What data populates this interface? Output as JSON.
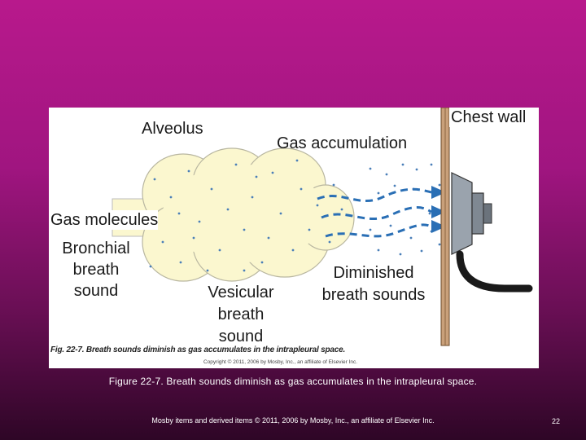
{
  "figure": {
    "labels": {
      "alveolus": "Alveolus",
      "gas_accumulation": "Gas accumulation",
      "chest_wall": "Chest wall",
      "gas_molecules": "Gas molecules",
      "bronchial": [
        "Bronchial",
        "breath",
        "sound"
      ],
      "vesicular": [
        "Vesicular",
        "breath",
        "sound"
      ],
      "diminished": [
        "Diminished",
        "breath sounds"
      ]
    },
    "caption": "Fig. 22-7. Breath sounds diminish as gas accumulates in the intrapleural space.",
    "copyright": "Copyright © 2011, 2006 by Mosby, Inc., an affiliate of Elsevier Inc."
  },
  "slide": {
    "caption": "Figure 22-7. Breath sounds diminish as gas accumulates in the intrapleural space.",
    "footer": "Mosby items and derived items © 2011, 2006 by Mosby, Inc., an affiliate of Elsevier Inc.",
    "page_number": "22"
  },
  "colors": {
    "alveolus_fill": "#fbf7cf",
    "arrow": "#2a6fb5",
    "dots": "#4a7fb8"
  }
}
